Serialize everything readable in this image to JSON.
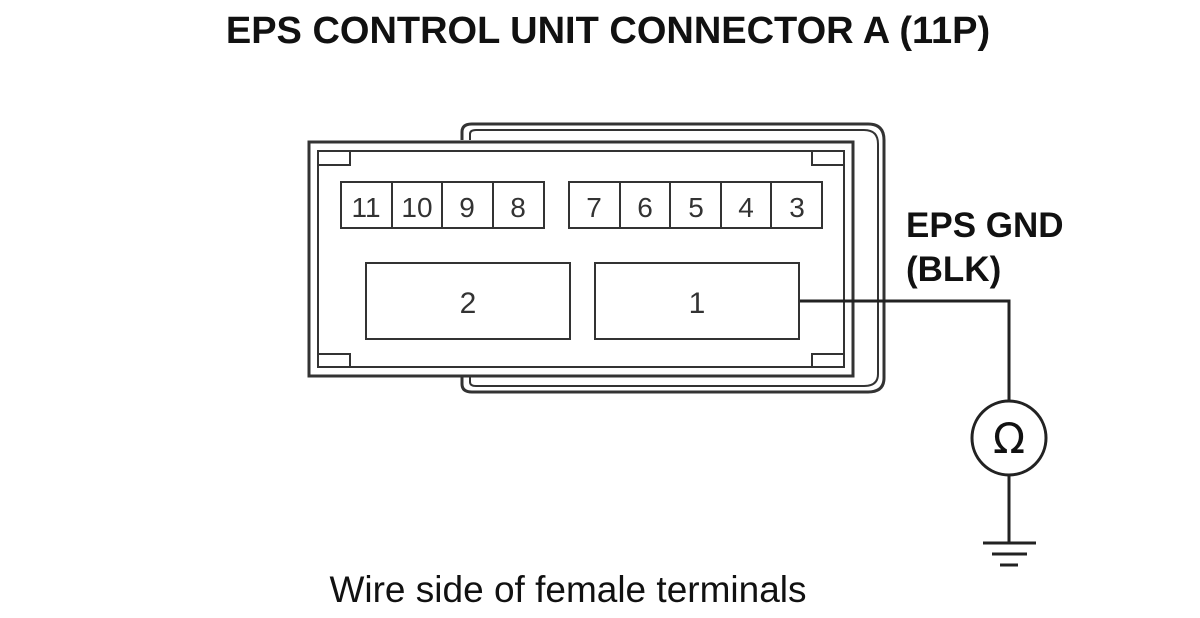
{
  "title": "EPS CONTROL UNIT CONNECTOR A (11P)",
  "caption": "Wire side of female terminals",
  "connector": {
    "upper_left_pins": [
      "11",
      "10",
      "9",
      "8"
    ],
    "upper_right_pins": [
      "7",
      "6",
      "5",
      "4",
      "3"
    ],
    "large_pins": [
      "2",
      "1"
    ]
  },
  "probe": {
    "label_line1": "EPS GND",
    "label_line2": "(BLK)",
    "meter_symbol": "Ω",
    "meter_icon": "ohmmeter-icon",
    "ground_icon": "ground-icon"
  },
  "colors": {
    "line": "#333333",
    "text": "#111111",
    "background": "#ffffff"
  }
}
